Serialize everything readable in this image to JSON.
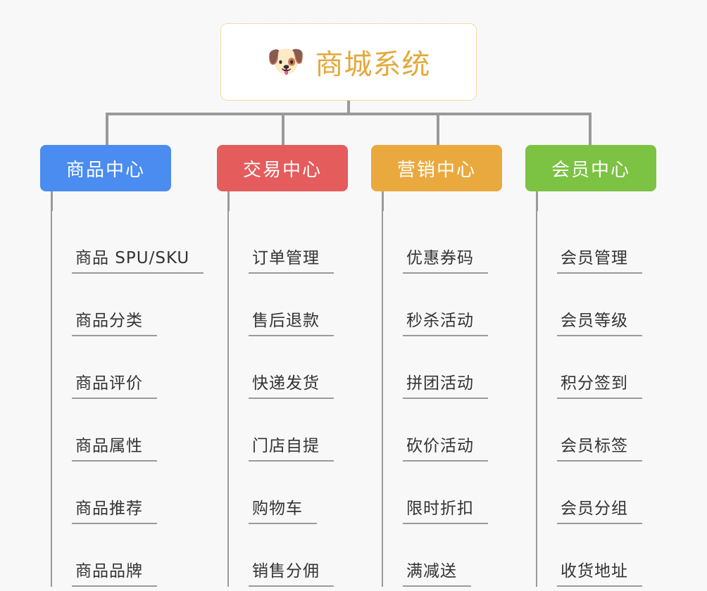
{
  "canvas": {
    "background": "#f8f8f8",
    "line_color": "#9a9a9a",
    "leaf_text_color": "#333333"
  },
  "root": {
    "icon": "dog-face-emoji",
    "icon_glyph": "🐶",
    "title": "商城系统",
    "title_color": "#e3a93c",
    "border_color": "#e8b44a",
    "border_style": "dotted",
    "background": "#ffffff"
  },
  "categories": [
    {
      "label": "商品中心",
      "color": "#4a8cf0",
      "color_name": "blue",
      "items": [
        {
          "label": "商品 SPU/SKU"
        },
        {
          "label": "商品分类"
        },
        {
          "label": "商品评价"
        },
        {
          "label": "商品属性"
        },
        {
          "label": "商品推荐"
        },
        {
          "label": "商品品牌"
        }
      ]
    },
    {
      "label": "交易中心",
      "color": "#e45c5c",
      "color_name": "red",
      "items": [
        {
          "label": "订单管理"
        },
        {
          "label": "售后退款"
        },
        {
          "label": "快递发货"
        },
        {
          "label": "门店自提"
        },
        {
          "label": "购物车"
        },
        {
          "label": "销售分佣"
        }
      ]
    },
    {
      "label": "营销中心",
      "color": "#eaa93f",
      "color_name": "orange",
      "items": [
        {
          "label": "优惠券码"
        },
        {
          "label": "秒杀活动"
        },
        {
          "label": "拼团活动"
        },
        {
          "label": "砍价活动"
        },
        {
          "label": "限时折扣"
        },
        {
          "label": "满减送"
        }
      ]
    },
    {
      "label": "会员中心",
      "color": "#7cc243",
      "color_name": "green",
      "items": [
        {
          "label": "会员管理"
        },
        {
          "label": "会员等级"
        },
        {
          "label": "积分签到"
        },
        {
          "label": "会员标签"
        },
        {
          "label": "会员分组"
        },
        {
          "label": "收货地址"
        }
      ]
    }
  ]
}
